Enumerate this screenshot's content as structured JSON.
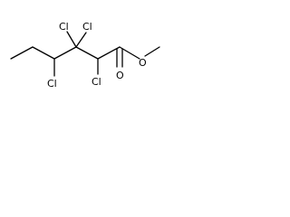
{
  "structure": {
    "atoms": {
      "cl_c4": "Cl",
      "cl_c3_left": "Cl",
      "cl_c3_right": "Cl",
      "cl_c2": "Cl",
      "o_ester": "O",
      "o_carbonyl": "O"
    },
    "colors": {
      "bond": "#000000",
      "label": "#000000",
      "background": "#ffffff"
    }
  }
}
